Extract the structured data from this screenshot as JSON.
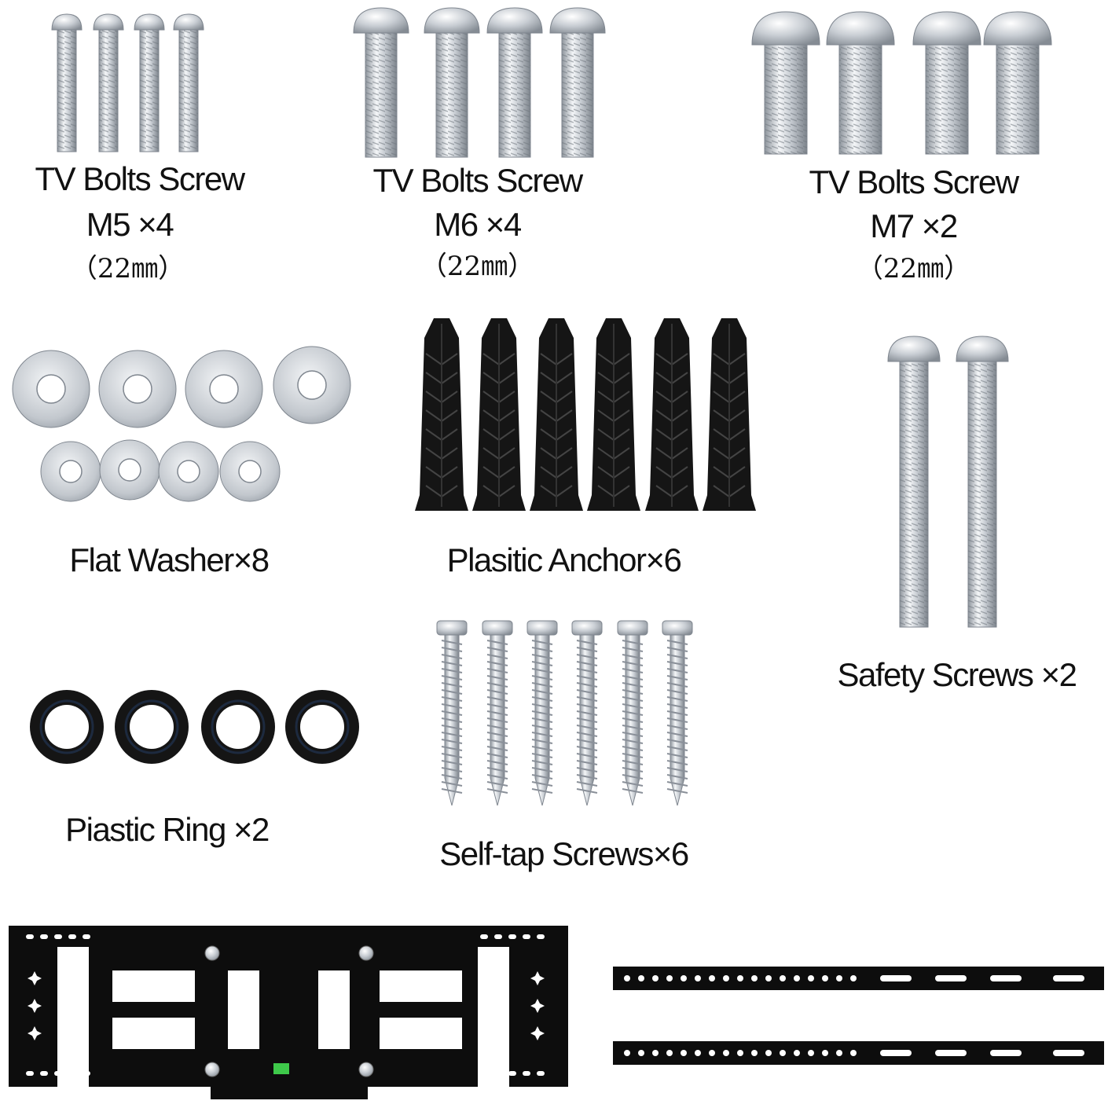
{
  "groups": {
    "m5": {
      "title": "TV Bolts Screw",
      "size": "M5 ×4",
      "length": "（22㎜）"
    },
    "m6": {
      "title": "TV Bolts Screw",
      "size": "M6 ×4",
      "length": "（22㎜）"
    },
    "m7": {
      "title": "TV Bolts Screw",
      "size": "M7 ×2",
      "length": "（22㎜）"
    },
    "washer": {
      "label": "Flat Washer×8"
    },
    "anchor": {
      "label": "Plasitic Anchor×6"
    },
    "safety": {
      "label": "Safety Screws ×2"
    },
    "ring": {
      "label": "Piastic Ring ×2"
    },
    "selftap": {
      "label": "Self-tap Screws×6"
    }
  },
  "colors": {
    "metal_light": "#eef0f3",
    "metal_mid": "#b9bfc7",
    "metal_dark": "#7f868f",
    "plastic_black": "#151515",
    "ring_blue": "#1d2a3f",
    "bracket_black": "#0d0d0d"
  },
  "icons": [
    "bolt-icon",
    "washer-icon",
    "anchor-icon",
    "ring-icon",
    "self-tap-screw-icon",
    "wall-plate-icon",
    "mounting-rail-icon"
  ]
}
